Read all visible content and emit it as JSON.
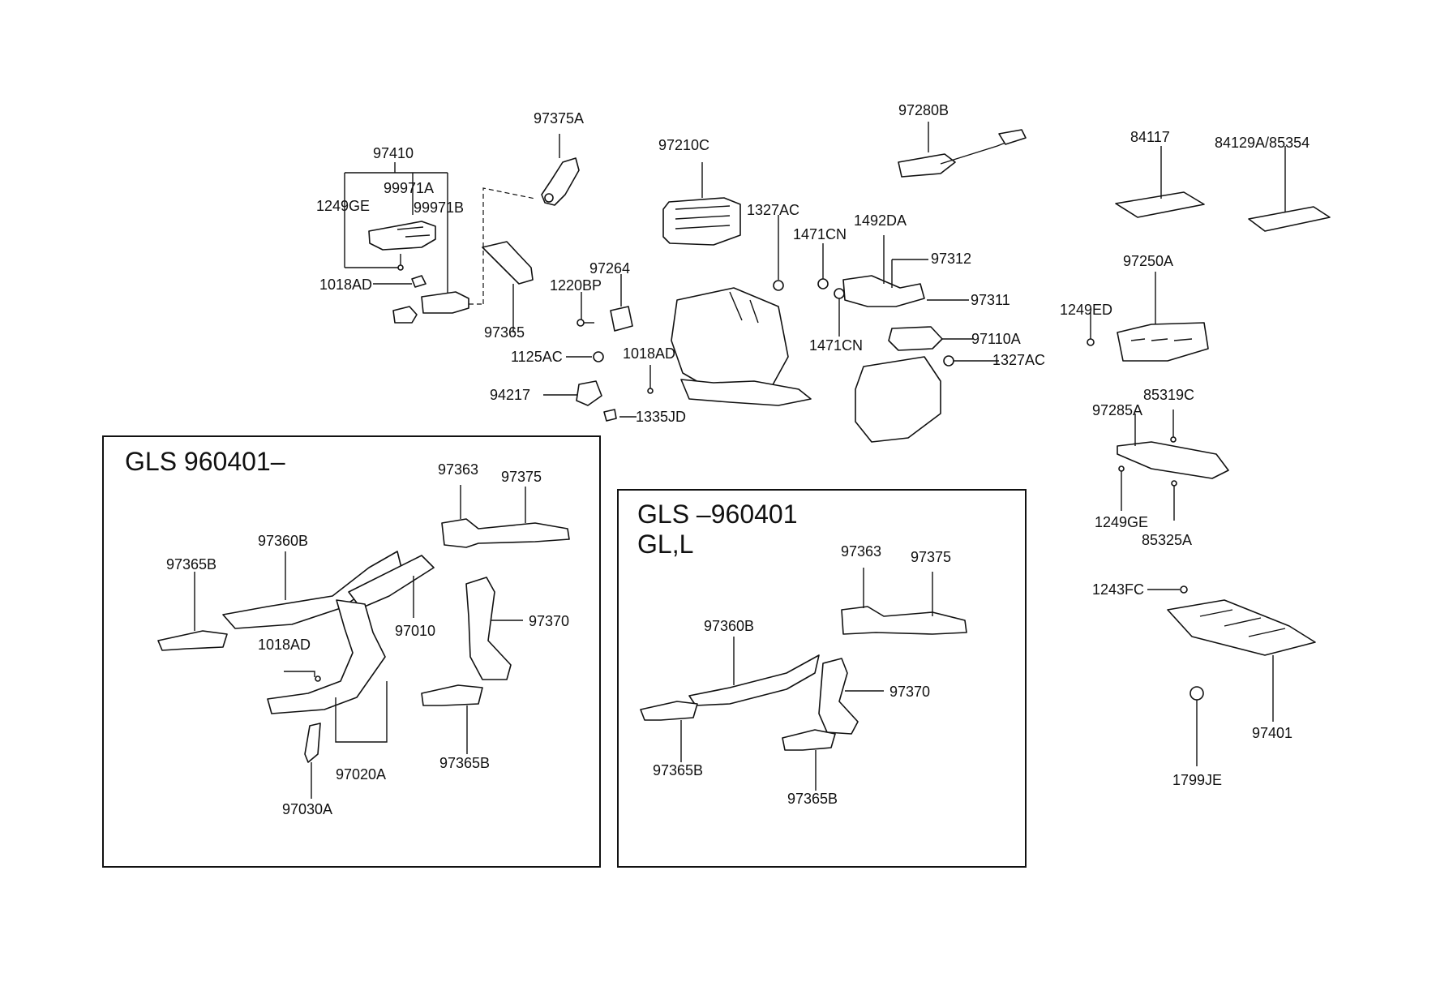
{
  "panels": {
    "left_title": "GLS 960401–",
    "right_title_line1": "GLS –960401",
    "right_title_line2": "GL,L"
  },
  "labels": {
    "p97375A": "97375A",
    "p97410": "97410",
    "p99971A": "99971A",
    "p1249GE_top": "1249GE",
    "p99971B": "99971B",
    "p1018AD_top": "1018AD",
    "p97365": "97365",
    "p97210C": "97210C",
    "p1327AC_top": "1327AC",
    "p97264": "97264",
    "p1220BP": "1220BP",
    "p1125AC": "1125AC",
    "p1018AD_mid": "1018AD",
    "p94217": "94217",
    "p1335JD": "1335JD",
    "p97280B": "97280B",
    "p1492DA": "1492DA",
    "p1471CN_top": "1471CN",
    "p97312": "97312",
    "p97311": "97311",
    "p1471CN_bot": "1471CN",
    "p97110A": "97110A",
    "p1327AC_bot": "1327AC",
    "p84117": "84117",
    "p84129A": "84129A/85354",
    "p97250A": "97250A",
    "p1249ED": "1249ED",
    "p85319C": "85319C",
    "p97285A": "97285A",
    "p1249GE_right": "1249GE",
    "p85325A": "85325A",
    "p1243FC": "1243FC",
    "p97401": "97401",
    "p1799JE": "1799JE",
    "l97363": "97363",
    "l97375": "97375",
    "l97360B": "97360B",
    "l97365B_a": "97365B",
    "l97010": "97010",
    "l97370": "97370",
    "l1018AD": "1018AD",
    "l97365B_b": "97365B",
    "l97020A": "97020A",
    "l97030A": "97030A",
    "r97363": "97363",
    "r97375": "97375",
    "r97360B": "97360B",
    "r97370": "97370",
    "r97365B_a": "97365B",
    "r97365B_b": "97365B"
  }
}
